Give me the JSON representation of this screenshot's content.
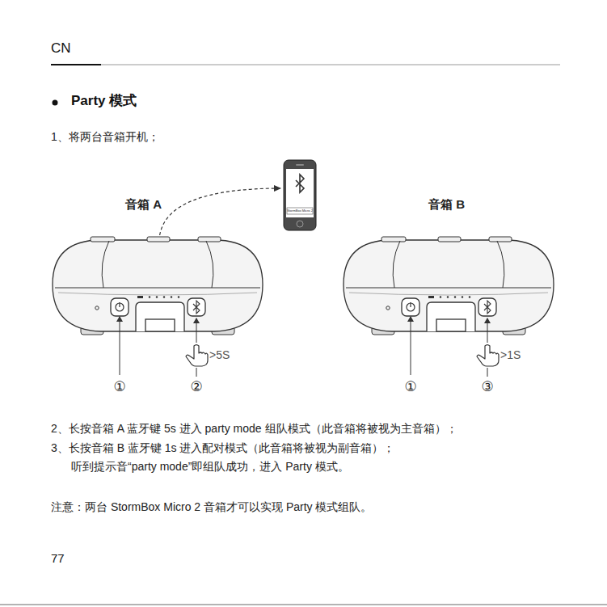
{
  "diagram": {
    "title": "Party 模式",
    "nodes": [
      {
        "text": [
          "音箱 A"
        ]
      },
      {
        "text": [
          "StormBox Micro 2"
        ]
      },
      {
        "text": [
          "音箱 B"
        ]
      }
    ],
    "edges": [
      {
        "from": 0,
        "to": 1,
        "arrow": "to"
      }
    ],
    "labels": [
      "CN",
      "1、将两台音箱开机；",
      ">5S",
      ">1S",
      "①",
      "②",
      "①",
      "③",
      "2、长按音箱 A 蓝牙键 5s 进入 party mode 组队模式（此音箱将被视为主音箱）；",
      "3、长按音箱 B 蓝牙键 1s 进入配对模式（此音箱将被视为副音箱）；",
      "听到提示音“party mode”即组队成功，进入 Party 模式。",
      "注意：两台 StormBox Micro 2 音箱才可以实现 Party 模式组队。",
      "77"
    ]
  }
}
